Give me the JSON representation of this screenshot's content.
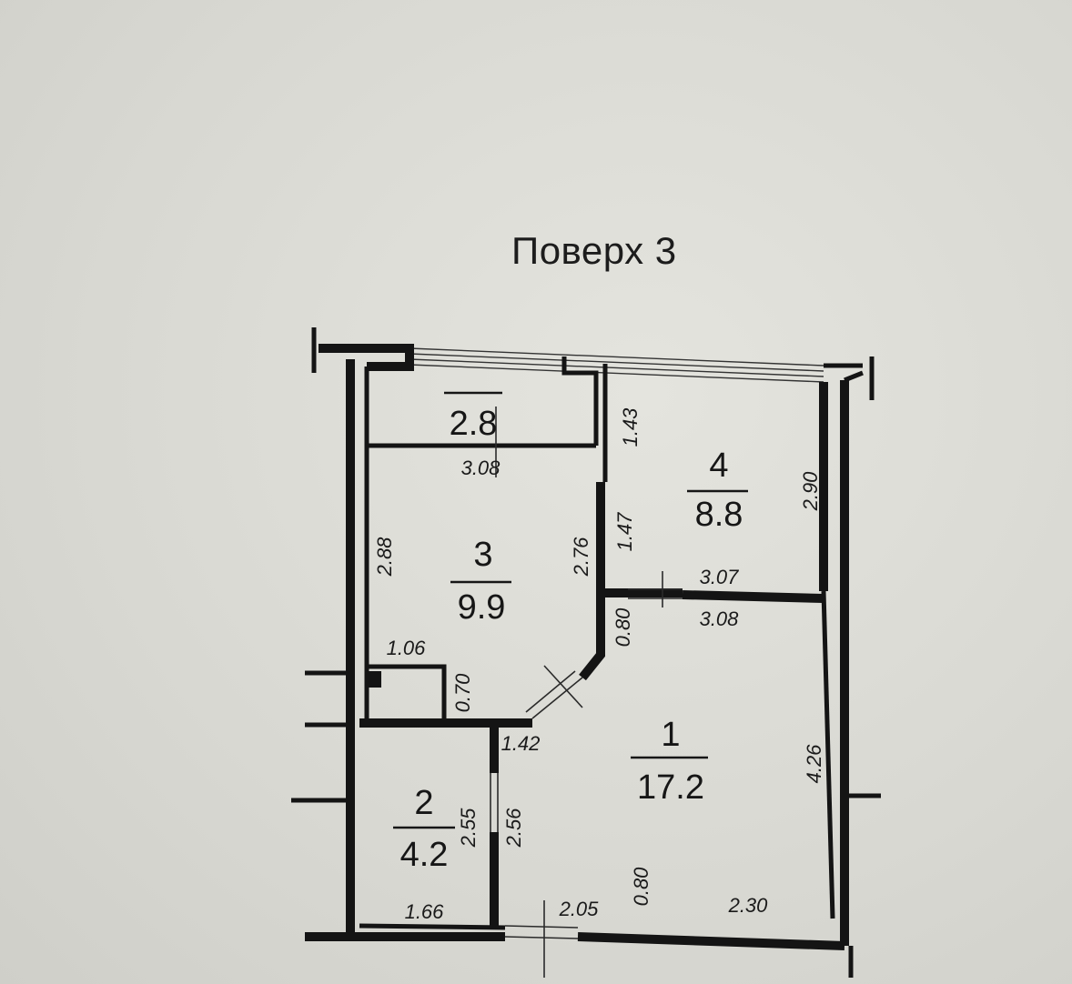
{
  "title": "Поверх 3",
  "rooms": [
    {
      "number": "1",
      "area": "17.2"
    },
    {
      "number": "2",
      "area": "4.2"
    },
    {
      "number": "3",
      "area": "9.9"
    },
    {
      "number": "4",
      "area": "8.8"
    },
    {
      "number": "",
      "area": "2.8"
    }
  ],
  "dimensions": {
    "d_3_08_top": "3.08",
    "d_1_43": "1.43",
    "d_2_90": "2.90",
    "d_2_88": "2.88",
    "d_2_76": "2.76",
    "d_1_47": "1.47",
    "d_3_07": "3.07",
    "d_3_08_mid": "3.08",
    "d_0_80_mid": "0.80",
    "d_1_06": "1.06",
    "d_0_70": "0.70",
    "d_1_42": "1.42",
    "d_4_26": "4.26",
    "d_2_55": "2.55",
    "d_2_56": "2.56",
    "d_1_66": "1.66",
    "d_2_05": "2.05",
    "d_0_80_bot": "0.80",
    "d_2_30": "2.30"
  }
}
